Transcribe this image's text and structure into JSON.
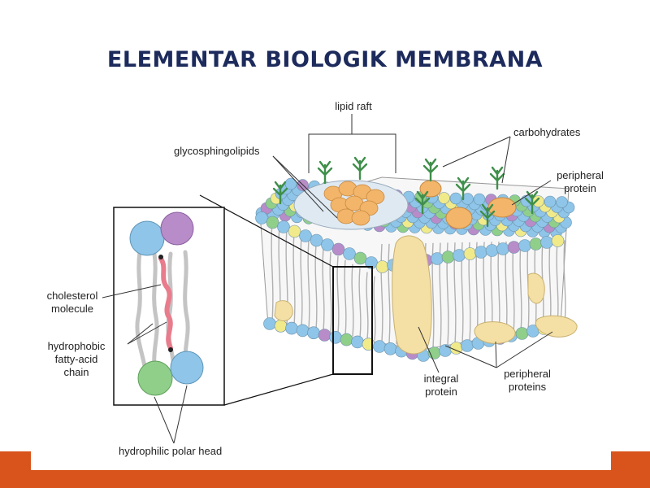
{
  "title": "ELEMENTAR BIOLOGIK MEMBRANA",
  "labels": {
    "lipid_raft": "lipid raft",
    "glycosphingolipids": "glycosphingolipids",
    "carbohydrates": "carbohydrates",
    "peripheral_protein_1": "peripheral",
    "peripheral_protein_2": "protein",
    "cholesterol_1": "cholesterol",
    "cholesterol_2": "molecule",
    "hydrophobic_1": "hydrophobic",
    "hydrophobic_2": "fatty-acid",
    "hydrophobic_3": "chain",
    "integral_1": "integral",
    "integral_2": "protein",
    "peripheral_proteins_1": "peripheral",
    "peripheral_proteins_2": "proteins",
    "hydrophilic": "hydrophilic polar head"
  },
  "colors": {
    "title": "#1c2a5c",
    "accent_bar": "#d9541c",
    "head_blue": "#8ec5e8",
    "head_purple": "#b88cc8",
    "head_green": "#8fcf8a",
    "head_yellow": "#f1ea8a",
    "protein": "#f4e0a4",
    "raft_orange": "#f2b56a",
    "carb_green": "#3f8f4a"
  }
}
